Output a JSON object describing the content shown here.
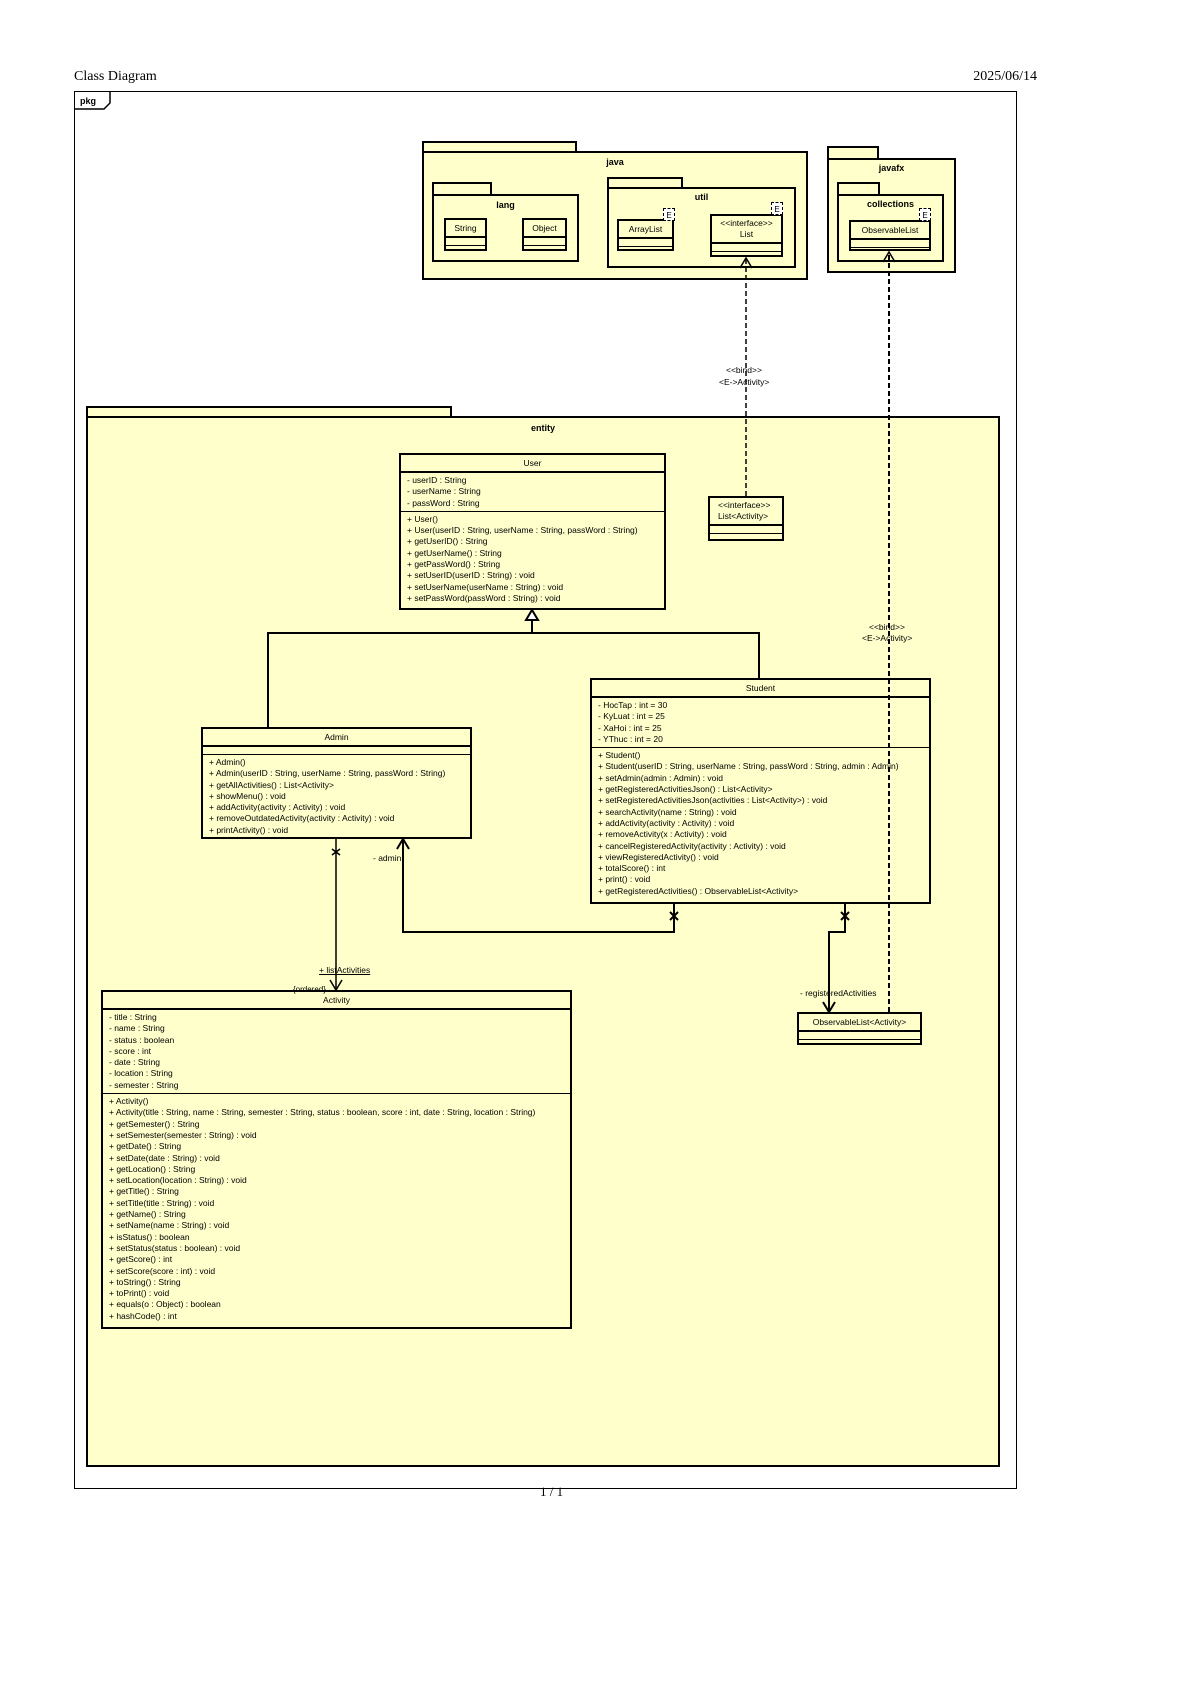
{
  "page": {
    "title": "Class Diagram",
    "date": "2025/06/14",
    "footer": "1 / 1",
    "frame_label": "pkg"
  },
  "colors": {
    "fill": "#ffffcc",
    "stroke": "#000000"
  },
  "packages": {
    "java": "java",
    "lang": "lang",
    "util": "util",
    "javafx": "javafx",
    "collections": "collections",
    "entity": "entity"
  },
  "classes": {
    "string": {
      "name": "String",
      "attributes": [],
      "methods": []
    },
    "object": {
      "name": "Object",
      "attributes": [],
      "methods": []
    },
    "arraylist": {
      "name": "ArrayList",
      "template": "E",
      "attributes": [],
      "methods": []
    },
    "list": {
      "stereotype": "<<interface>>",
      "name": "List",
      "template": "E",
      "attributes": [],
      "methods": []
    },
    "observablelist": {
      "name": "ObservableList",
      "template": "E",
      "attributes": [],
      "methods": []
    },
    "list_activity": {
      "stereotype": "<<interface>>",
      "name": "List<Activity>",
      "attributes": [],
      "methods": []
    },
    "observablelist_activity": {
      "name": "ObservableList<Activity>",
      "attributes": [],
      "methods": []
    },
    "user": {
      "name": "User",
      "attributes": [
        "- userID : String",
        "- userName : String",
        "- passWord : String"
      ],
      "methods": [
        "+ User()",
        "+ User(userID : String, userName : String, passWord : String)",
        "+ getUserID() : String",
        "+ getUserName() : String",
        "+ getPassWord() : String",
        "+ setUserID(userID : String) : void",
        "+ setUserName(userName : String) : void",
        "+ setPassWord(passWord : String) : void"
      ]
    },
    "student": {
      "name": "Student",
      "attributes": [
        "- HocTap : int = 30",
        "- KyLuat : int = 25",
        "- XaHoi : int = 25",
        "- YThuc : int = 20"
      ],
      "methods": [
        "+ Student()",
        "+ Student(userID : String, userName : String, passWord : String, admin : Admin)",
        "+ setAdmin(admin : Admin) : void",
        "+ getRegisteredActivitiesJson() : List<Activity>",
        "+ setRegisteredActivitiesJson(activities : List<Activity>) : void",
        "+ searchActivity(name : String) : void",
        "+ addActivity(activity : Activity) : void",
        "+ removeActivity(x : Activity) : void",
        "+ cancelRegisteredActivity(activity : Activity) : void",
        "+ viewRegisteredActivity() : void",
        "+ totalScore() : int",
        "+ print() : void",
        "+ getRegisteredActivities() : ObservableList<Activity>"
      ]
    },
    "admin": {
      "name": "Admin",
      "attributes": [],
      "methods": [
        "+ Admin()",
        "+ Admin(userID : String, userName : String, passWord : String)",
        "+ getAllActivities() : List<Activity>",
        "+ showMenu() : void",
        "+ addActivity(activity : Activity) : void",
        "+ removeOutdatedActivity(activity : Activity) : void",
        "+ printActivity() : void"
      ]
    },
    "activity": {
      "name": "Activity",
      "attributes": [
        "- title : String",
        "- name : String",
        "- status : boolean",
        "- score : int",
        "- date : String",
        "- location : String",
        "- semester : String"
      ],
      "methods": [
        "+ Activity()",
        "+ Activity(title : String, name : String, semester : String, status : boolean, score : int, date : String, location : String)",
        "+ getSemester() : String",
        "+ setSemester(semester : String) : void",
        "+ getDate() : String",
        "+ setDate(date : String) : void",
        "+ getLocation() : String",
        "+ setLocation(location : String) : void",
        "+ getTitle() : String",
        "+ setTitle(title : String) : void",
        "+ getName() : String",
        "+ setName(name : String) : void",
        "+ isStatus() : boolean",
        "+ setStatus(status : boolean) : void",
        "+ getScore() : int",
        "+ setScore(score : int) : void",
        "+ toString() : String",
        "+ toPrint() : void",
        "+ equals(o : Object) : boolean",
        "+ hashCode() : int"
      ]
    }
  },
  "relations": {
    "admin_activities": {
      "role": "+ listActivities",
      "constraint": "{ordered}",
      "type": "association",
      "static": true
    },
    "student_admin": {
      "role": "- admin",
      "type": "association"
    },
    "student_registered": {
      "role": "- registeredActivities",
      "type": "association"
    },
    "bind_list": {
      "stereotype": "<<bind>>",
      "binding": "<E->Activity>",
      "type": "template-binding"
    },
    "bind_observable": {
      "stereotype": "<<bind>>",
      "binding": "<E->Activity>",
      "type": "template-binding"
    },
    "generalization": {
      "type": "generalization",
      "parent": "User",
      "children": [
        "Admin",
        "Student"
      ]
    }
  }
}
